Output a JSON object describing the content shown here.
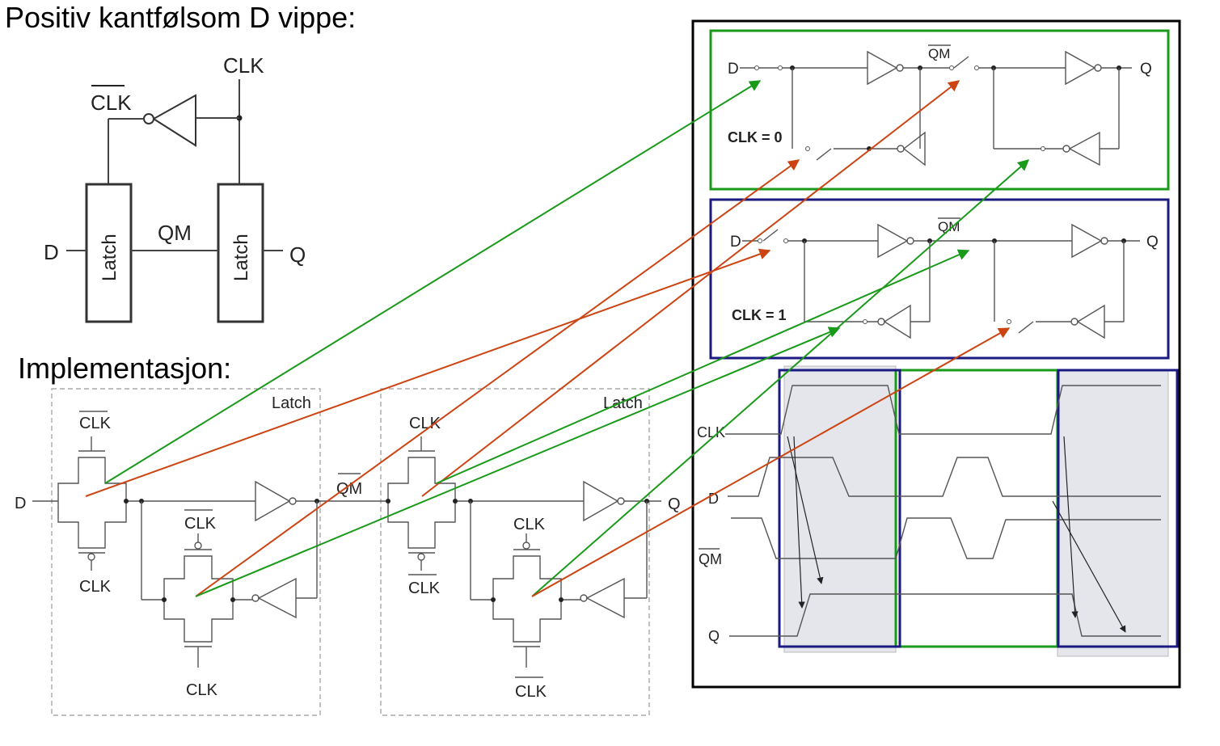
{
  "titles": {
    "main": "Positiv kantfølsom D vippe:",
    "implementation": "Implementasjon:"
  },
  "block_diagram": {
    "clk": "CLK",
    "clk_bar": "CLK",
    "d": "D",
    "qm": "QM",
    "q": "Q",
    "latch1": "Latch",
    "latch2": "Latch"
  },
  "implementation": {
    "latch1_title": "Latch",
    "latch2_title": "Latch",
    "d": "D",
    "qm": "QM",
    "q": "Q",
    "l1_tg1_top": "CLK",
    "l1_tg1_bottom": "CLK",
    "l1_tg2_top": "CLK",
    "l1_tg2_bottom": "CLK",
    "l2_tg1_top": "CLK",
    "l2_tg1_bottom": "CLK",
    "l2_tg2_top": "CLK",
    "l2_tg2_bottom": "CLK"
  },
  "state_clk0": {
    "label": "CLK = 0",
    "d": "D",
    "qm": "QM",
    "q": "Q"
  },
  "state_clk1": {
    "label": "CLK = 1",
    "d": "D",
    "qm": "QM",
    "q": "Q"
  },
  "timing": {
    "clk": "CLK",
    "d": "D",
    "qm": "QM",
    "q": "Q"
  },
  "colors": {
    "green": "#1a9a1a",
    "red": "#cc4411",
    "navy": "#1a1a80",
    "frame": "#000000",
    "shade": "#e4e6ec"
  }
}
